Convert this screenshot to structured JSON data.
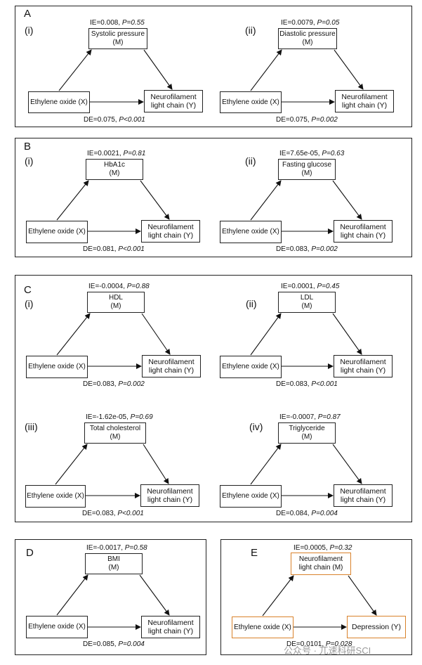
{
  "panels": {
    "A": {
      "label": "A",
      "diagrams": [
        {
          "sub": "(i)",
          "ie_text": "IE=0.008, ",
          "ie_p": "P=0.55",
          "m": "Systolic pressure\n(M)",
          "x": "Ethylene oxide (X)",
          "y": "Neurofilament\nlight chain (Y)",
          "de_text": "DE=0.075, ",
          "de_p": "P<0.001"
        },
        {
          "sub": "(ii)",
          "ie_text": "IE=0.0079, ",
          "ie_p": "P=0.05",
          "m": "Diastolic pressure\n(M)",
          "x": "Ethylene oxide (X)",
          "y": "Neurofilament\nlight chain (Y)",
          "de_text": "DE=0.075, ",
          "de_p": "P=0.002"
        }
      ]
    },
    "B": {
      "label": "B",
      "diagrams": [
        {
          "sub": "(i)",
          "ie_text": "IE=0.0021, ",
          "ie_p": "P=0.81",
          "m": "HbA1c\n(M)",
          "x": "Ethylene oxide (X)",
          "y": "Neurofilament\nlight chain (Y)",
          "de_text": "DE=0.081, ",
          "de_p": "P<0.001"
        },
        {
          "sub": "(ii)",
          "ie_text": "IE=7.65e-05, ",
          "ie_p": "P=0.63",
          "m": "Fasting glucose\n(M)",
          "x": "Ethylene oxide (X)",
          "y": "Neurofilament\nlight chain (Y)",
          "de_text": "DE=0.083, ",
          "de_p": "P=0.002"
        }
      ]
    },
    "C": {
      "label": "C",
      "diagrams": [
        {
          "sub": "(i)",
          "ie_text": "IE=-0.0004, ",
          "ie_p": "P=0.88",
          "m": "HDL\n(M)",
          "x": "Ethylene oxide (X)",
          "y": "Neurofilament\nlight chain (Y)",
          "de_text": "DE=0.083, ",
          "de_p": "P=0.002"
        },
        {
          "sub": "(ii)",
          "ie_text": "IE=0.0001, ",
          "ie_p": "P=0.45",
          "m": "LDL\n(M)",
          "x": "Ethylene oxide (X)",
          "y": "Neurofilament\nlight chain (Y)",
          "de_text": "DE=0.083, ",
          "de_p": "P<0.001"
        },
        {
          "sub": "(iii)",
          "ie_text": "IE=-1.62e-05, ",
          "ie_p": "P=0.69",
          "m": "Total cholesterol\n(M)",
          "x": "Ethylene oxide (X)",
          "y": "Neurofilament\nlight chain (Y)",
          "de_text": "DE=0.083, ",
          "de_p": "P<0.001"
        },
        {
          "sub": "(iv)",
          "ie_text": "IE=-0.0007, ",
          "ie_p": "P=0.87",
          "m": "Triglyceride\n(M)",
          "x": "Ethylene oxide (X)",
          "y": "Neurofilament\nlight chain (Y)",
          "de_text": "DE=0.084, ",
          "de_p": "P=0.004"
        }
      ]
    },
    "D": {
      "label": "D",
      "diagrams": [
        {
          "sub": "",
          "ie_text": "IE=-0.0017, ",
          "ie_p": "P=0.58",
          "m": "BMI\n(M)",
          "x": "Ethylene oxide (X)",
          "y": "Neurofilament\nlight chain (Y)",
          "de_text": "DE=0.085, ",
          "de_p": "P=0.004"
        }
      ]
    },
    "E": {
      "label": "E",
      "box_color": "#d9822b",
      "diagrams": [
        {
          "sub": "",
          "ie_text": "IE=0.0005, ",
          "ie_p": "P=0.32",
          "m": "Neurofilament\nlight chain (M)",
          "x": "Ethylene oxide (X)",
          "y": "Depression (Y)",
          "de_text": "DE=0.0101, ",
          "de_p": "P=0.028"
        }
      ]
    }
  },
  "watermark": "公众号 · 兀速科研SCI"
}
